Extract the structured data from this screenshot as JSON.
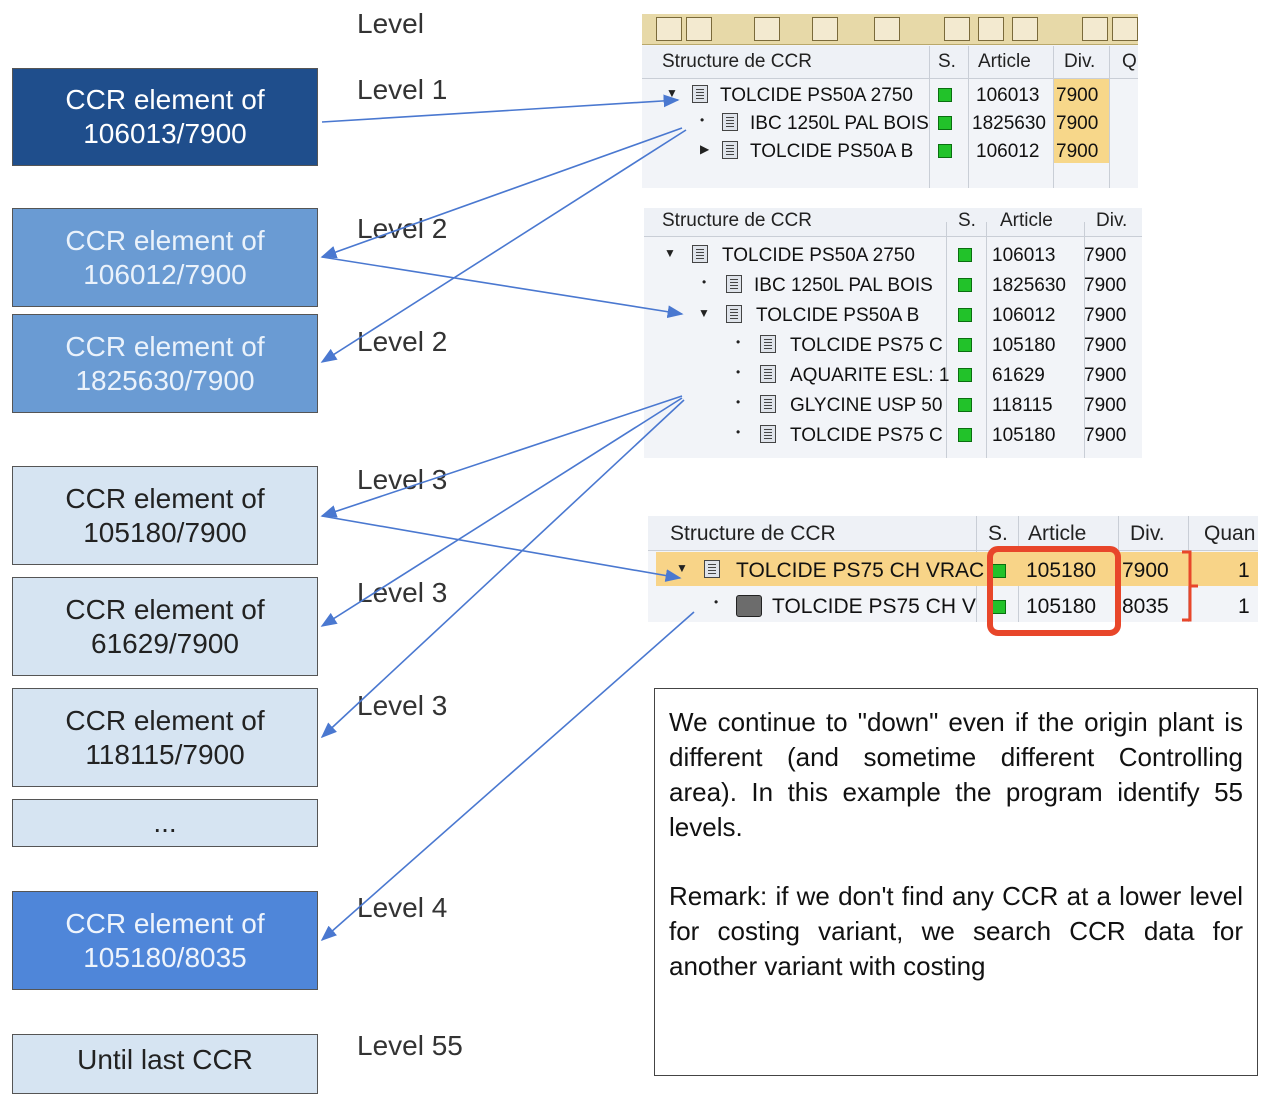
{
  "header": {
    "level_label": "Level"
  },
  "levels": {
    "l1": "Level 1",
    "l2a": "Level 2",
    "l2b": "Level 2",
    "l3a": "Level 3",
    "l3b": "Level 3",
    "l3c": "Level 3",
    "l4": "Level 4",
    "l55": "Level 55"
  },
  "boxes": {
    "b1": "CCR element of\n106013/7900",
    "b2": "CCR element of\n106012/7900",
    "b3": "CCR element of\n1825630/7900",
    "b4": "CCR element of\n105180/7900",
    "b5": "CCR element of\n61629/7900",
    "b6": "CCR element of\n118115/7900",
    "b7": "...",
    "b8": "CCR element of\n105180/8035",
    "b9": "Until last CCR"
  },
  "panel1": {
    "columns": [
      "Structure de CCR",
      "S.",
      "Article",
      "Div.",
      "Q"
    ],
    "rows": [
      {
        "name": "TOLCIDE PS50A      2750",
        "article": "106013",
        "div": "7900"
      },
      {
        "name": "IBC 1250L PAL BOIS",
        "article": "1825630",
        "div": "7900"
      },
      {
        "name": "TOLCIDE PS50A      B",
        "article": "106012",
        "div": "7900"
      }
    ]
  },
  "panel2": {
    "columns": [
      "Structure de CCR",
      "S.",
      "Article",
      "Div."
    ],
    "rows": [
      {
        "name": "TOLCIDE PS50A      2750",
        "article": "106013",
        "div": "7900"
      },
      {
        "name": "IBC 1250L PAL BOIS",
        "article": "1825630",
        "div": "7900"
      },
      {
        "name": "TOLCIDE PS50A      B",
        "article": "106012",
        "div": "7900"
      },
      {
        "name": "TOLCIDE PS75 C",
        "article": "105180",
        "div": "7900"
      },
      {
        "name": "AQUARITE ESL: 1",
        "article": "61629",
        "div": "7900"
      },
      {
        "name": "GLYCINE USP 50",
        "article": "118115",
        "div": "7900"
      },
      {
        "name": "TOLCIDE PS75 C",
        "article": "105180",
        "div": "7900"
      }
    ]
  },
  "panel3": {
    "columns": [
      "Structure de CCR",
      "S.",
      "Article",
      "Div.",
      "Quan"
    ],
    "rows": [
      {
        "name": "TOLCIDE PS75 CH VRAC",
        "article": "105180",
        "div": "7900",
        "qty": "1"
      },
      {
        "name": "TOLCIDE PS75 CH V",
        "article": "105180",
        "div": "8035",
        "qty": "1"
      }
    ]
  },
  "note": {
    "p1": "We continue to \"down\" even if the origin plant is different (and sometime different Controlling area).  In this example the program identify 55  levels.",
    "p2": "Remark:  if we don't find any CCR at a lower level for costing variant,  we search CCR data for another variant with costing"
  },
  "colors": {
    "arrow": "#4a78d0",
    "highlight": "#e8462a",
    "status": "#22c22a"
  }
}
